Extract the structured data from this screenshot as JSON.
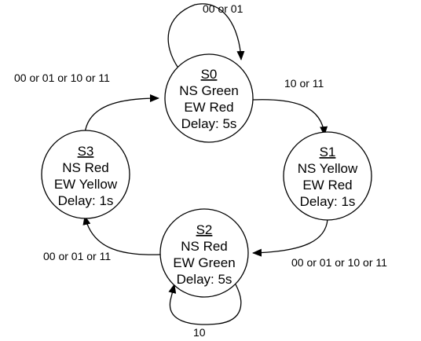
{
  "states": {
    "s0": {
      "name": "S0",
      "line1": "NS Green",
      "line2": "EW Red",
      "line3": "Delay: 5s"
    },
    "s1": {
      "name": "S1",
      "line1": "NS Yellow",
      "line2": "EW Red",
      "line3": "Delay: 1s"
    },
    "s2": {
      "name": "S2",
      "line1": "NS Red",
      "line2": "EW Green",
      "line3": "Delay: 5s"
    },
    "s3": {
      "name": "S3",
      "line1": "NS Red",
      "line2": "EW Yellow",
      "line3": "Delay: 1s"
    }
  },
  "transitions": {
    "s0_self": "00 or 01",
    "s0_to_s1": "10 or 11",
    "s1_to_s2": "00 or 01 or 10 or 11",
    "s2_self": "10",
    "s2_to_s3": "00 or 01 or 11",
    "s3_to_s0": "00 or 01 or 10 or 11"
  },
  "colors": {
    "stroke": "#000000",
    "fill": "#ffffff",
    "text": "#000000"
  }
}
